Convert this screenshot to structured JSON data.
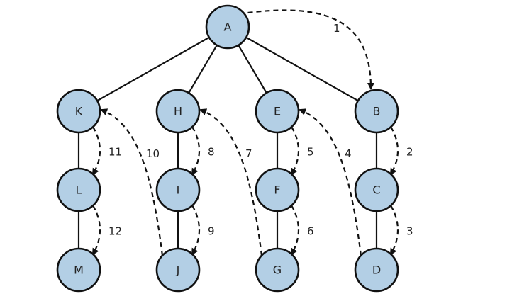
{
  "diagram": {
    "title": "",
    "fill_color": "#b3cfe5",
    "stroke_color": "#111111",
    "nodes": [
      {
        "id": "A",
        "label": "A"
      },
      {
        "id": "K",
        "label": "K"
      },
      {
        "id": "H",
        "label": "H"
      },
      {
        "id": "E",
        "label": "E"
      },
      {
        "id": "B",
        "label": "B"
      },
      {
        "id": "L",
        "label": "L"
      },
      {
        "id": "I",
        "label": "I"
      },
      {
        "id": "F",
        "label": "F"
      },
      {
        "id": "C",
        "label": "C"
      },
      {
        "id": "M",
        "label": "M"
      },
      {
        "id": "J",
        "label": "J"
      },
      {
        "id": "G",
        "label": "G"
      },
      {
        "id": "D",
        "label": "D"
      }
    ],
    "edges": [
      [
        "A",
        "K"
      ],
      [
        "A",
        "H"
      ],
      [
        "A",
        "E"
      ],
      [
        "A",
        "B"
      ],
      [
        "K",
        "L"
      ],
      [
        "L",
        "M"
      ],
      [
        "H",
        "I"
      ],
      [
        "I",
        "J"
      ],
      [
        "E",
        "F"
      ],
      [
        "F",
        "G"
      ],
      [
        "B",
        "C"
      ],
      [
        "C",
        "D"
      ]
    ],
    "traversal": [
      {
        "step": "1",
        "from": "A",
        "to": "B"
      },
      {
        "step": "2",
        "from": "B",
        "to": "C"
      },
      {
        "step": "3",
        "from": "C",
        "to": "D"
      },
      {
        "step": "4",
        "from": "D",
        "to": "E"
      },
      {
        "step": "5",
        "from": "E",
        "to": "F"
      },
      {
        "step": "6",
        "from": "F",
        "to": "G"
      },
      {
        "step": "7",
        "from": "G",
        "to": "H"
      },
      {
        "step": "8",
        "from": "H",
        "to": "I"
      },
      {
        "step": "9",
        "from": "I",
        "to": "J"
      },
      {
        "step": "10",
        "from": "J",
        "to": "K"
      },
      {
        "step": "11",
        "from": "K",
        "to": "L"
      },
      {
        "step": "12",
        "from": "L",
        "to": "M"
      }
    ]
  }
}
